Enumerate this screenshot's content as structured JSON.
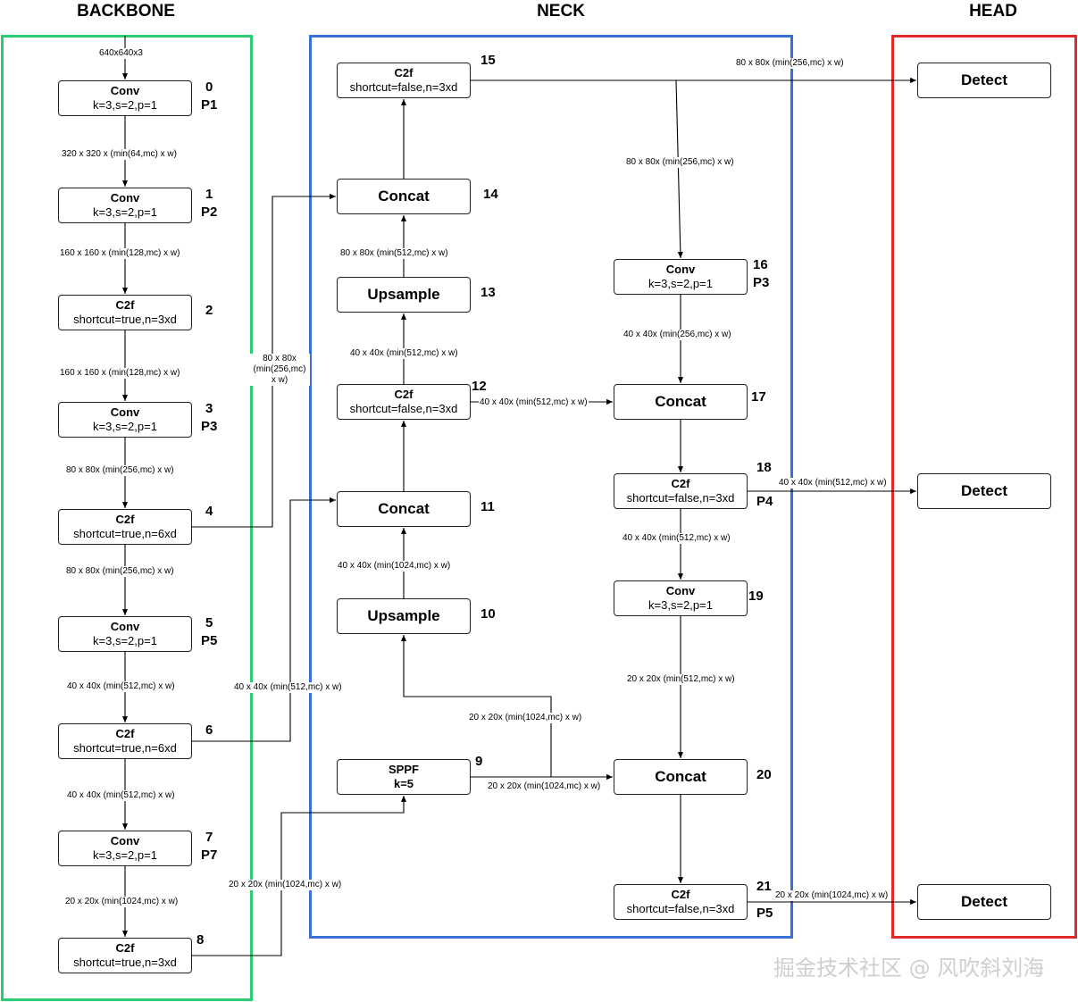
{
  "sections": {
    "backbone": {
      "title": "BACKBONE",
      "color": "#2ecc71"
    },
    "neck": {
      "title": "NECK",
      "color": "#3a6fd8"
    },
    "head": {
      "title": "HEAD",
      "color": "#e02b2b"
    }
  },
  "input_label": "640x640x3",
  "nodes": [
    {
      "id": "n0",
      "line1": "Conv",
      "line2": "k=3,s=2,p=1",
      "index": "0",
      "level": "P1"
    },
    {
      "id": "n1",
      "line1": "Conv",
      "line2": "k=3,s=2,p=1",
      "index": "1",
      "level": "P2"
    },
    {
      "id": "n2",
      "line1": "C2f",
      "line2": "shortcut=true,n=3xd",
      "index": "2",
      "level": ""
    },
    {
      "id": "n3",
      "line1": "Conv",
      "line2": "k=3,s=2,p=1",
      "index": "3",
      "level": "P3"
    },
    {
      "id": "n4",
      "line1": "C2f",
      "line2": "shortcut=true,n=6xd",
      "index": "4",
      "level": ""
    },
    {
      "id": "n5",
      "line1": "Conv",
      "line2": "k=3,s=2,p=1",
      "index": "5",
      "level": "P5"
    },
    {
      "id": "n6",
      "line1": "C2f",
      "line2": "shortcut=true,n=6xd",
      "index": "6",
      "level": ""
    },
    {
      "id": "n7",
      "line1": "Conv",
      "line2": "k=3,s=2,p=1",
      "index": "7",
      "level": "P7"
    },
    {
      "id": "n8",
      "line1": "C2f",
      "line2": "shortcut=true,n=3xd",
      "index": "8",
      "level": ""
    },
    {
      "id": "n9",
      "line1": "SPPF",
      "line2": "k=5",
      "index": "9",
      "level": ""
    },
    {
      "id": "n10",
      "label": "Upsample",
      "index": "10"
    },
    {
      "id": "n11",
      "label": "Concat",
      "index": "11"
    },
    {
      "id": "n12",
      "line1": "C2f",
      "line2": "shortcut=false,n=3xd",
      "index": "12",
      "level": ""
    },
    {
      "id": "n13",
      "label": "Upsample",
      "index": "13"
    },
    {
      "id": "n14",
      "label": "Concat",
      "index": "14"
    },
    {
      "id": "n15",
      "line1": "C2f",
      "line2": "shortcut=false,n=3xd",
      "index": "15",
      "level": ""
    },
    {
      "id": "n16",
      "line1": "Conv",
      "line2": "k=3,s=2,p=1",
      "index": "16",
      "level": "P3"
    },
    {
      "id": "n17",
      "label": "Concat",
      "index": "17"
    },
    {
      "id": "n18",
      "line1": "C2f",
      "line2": "shortcut=false,n=3xd",
      "index": "18",
      "level": "P4"
    },
    {
      "id": "n19",
      "line1": "Conv",
      "line2": "k=3,s=2,p=1",
      "index": "19",
      "level": ""
    },
    {
      "id": "n20",
      "label": "Concat",
      "index": "20"
    },
    {
      "id": "n21",
      "line1": "C2f",
      "line2": "shortcut=false,n=3xd",
      "index": "21",
      "level": "P5"
    },
    {
      "id": "d1",
      "label": "Detect"
    },
    {
      "id": "d2",
      "label": "Detect"
    },
    {
      "id": "d3",
      "label": "Detect"
    }
  ],
  "edge_labels": {
    "e0_1": "320 x 320 x (min(64,mc) x w)",
    "e1_2": "160 x 160 x (min(128,mc) x w)",
    "e2_3": "160 x 160 x (min(128,mc) x w)",
    "e3_4": "80 x 80x (min(256,mc) x w)",
    "e4_5": "80 x 80x (min(256,mc) x w)",
    "e5_6": "40 x 40x (min(512,mc) x w)",
    "e6_7": "40 x 40x (min(512,mc) x w)",
    "e7_8": "20 x 20x (min(1024,mc) x w)",
    "e4_14": "80 x 80x (min(256,mc) x w)",
    "e6_11": "40 x 40x (min(512,mc) x w)",
    "e8_9": "20 x 20x (min(1024,mc) x w)",
    "e9_10": "20 x 20x (min(1024,mc) x w)",
    "e9_20": "20 x 20x (min(1024,mc) x w)",
    "e10_11": "40 x 40x (min(1024,mc) x w)",
    "e12_13": "40 x 40x (min(512,mc) x w)",
    "e13_14": "80 x 80x (min(512,mc) x w)",
    "e15_d1": "80 x 80x (min(256,mc) x w)",
    "e15_16": "80 x 80x (min(256,mc) x w)",
    "e16_17": "40 x 40x (min(256,mc) x w)",
    "e12_17": "40 x 40x (min(512,mc) x w)",
    "e18_d2": "40 x 40x (min(512,mc) x w)",
    "e18_19": "40 x 40x (min(512,mc) x w)",
    "e19_20": "20 x 20x (min(512,mc) x w)",
    "e21_d3": "20 x 20x (min(1024,mc) x w)"
  },
  "watermark": "掘金技术社区 @ 风吹斜刘海"
}
